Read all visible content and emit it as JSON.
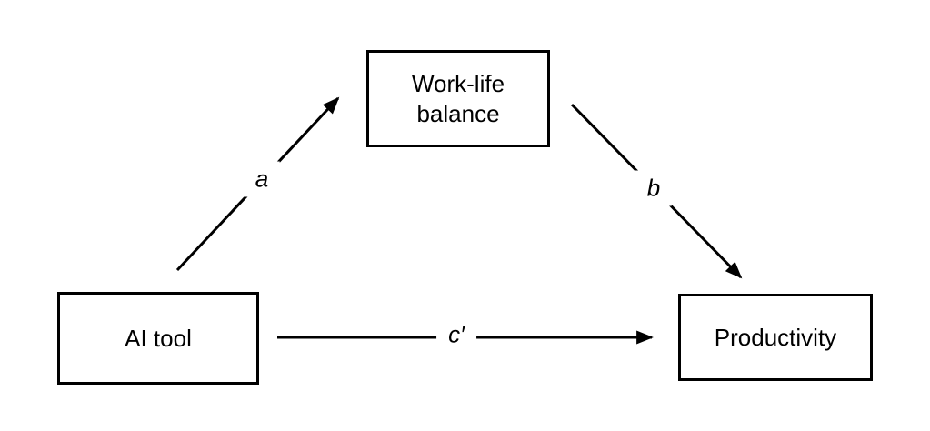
{
  "diagram": {
    "background_color": "#ffffff",
    "line_color": "#000000",
    "text_color": "#000000",
    "nodes": [
      {
        "id": "work-life-balance",
        "label": "Work-life balance"
      },
      {
        "id": "ai-tool",
        "label": "AI tool"
      },
      {
        "id": "productivity",
        "label": "Productivity"
      }
    ],
    "edges": [
      {
        "id": "a",
        "label": "a",
        "from": "ai-tool",
        "to": "work-life-balance"
      },
      {
        "id": "b",
        "label": "b",
        "from": "work-life-balance",
        "to": "productivity"
      },
      {
        "id": "c-prime",
        "label": "c′",
        "from": "ai-tool",
        "to": "productivity"
      }
    ]
  }
}
